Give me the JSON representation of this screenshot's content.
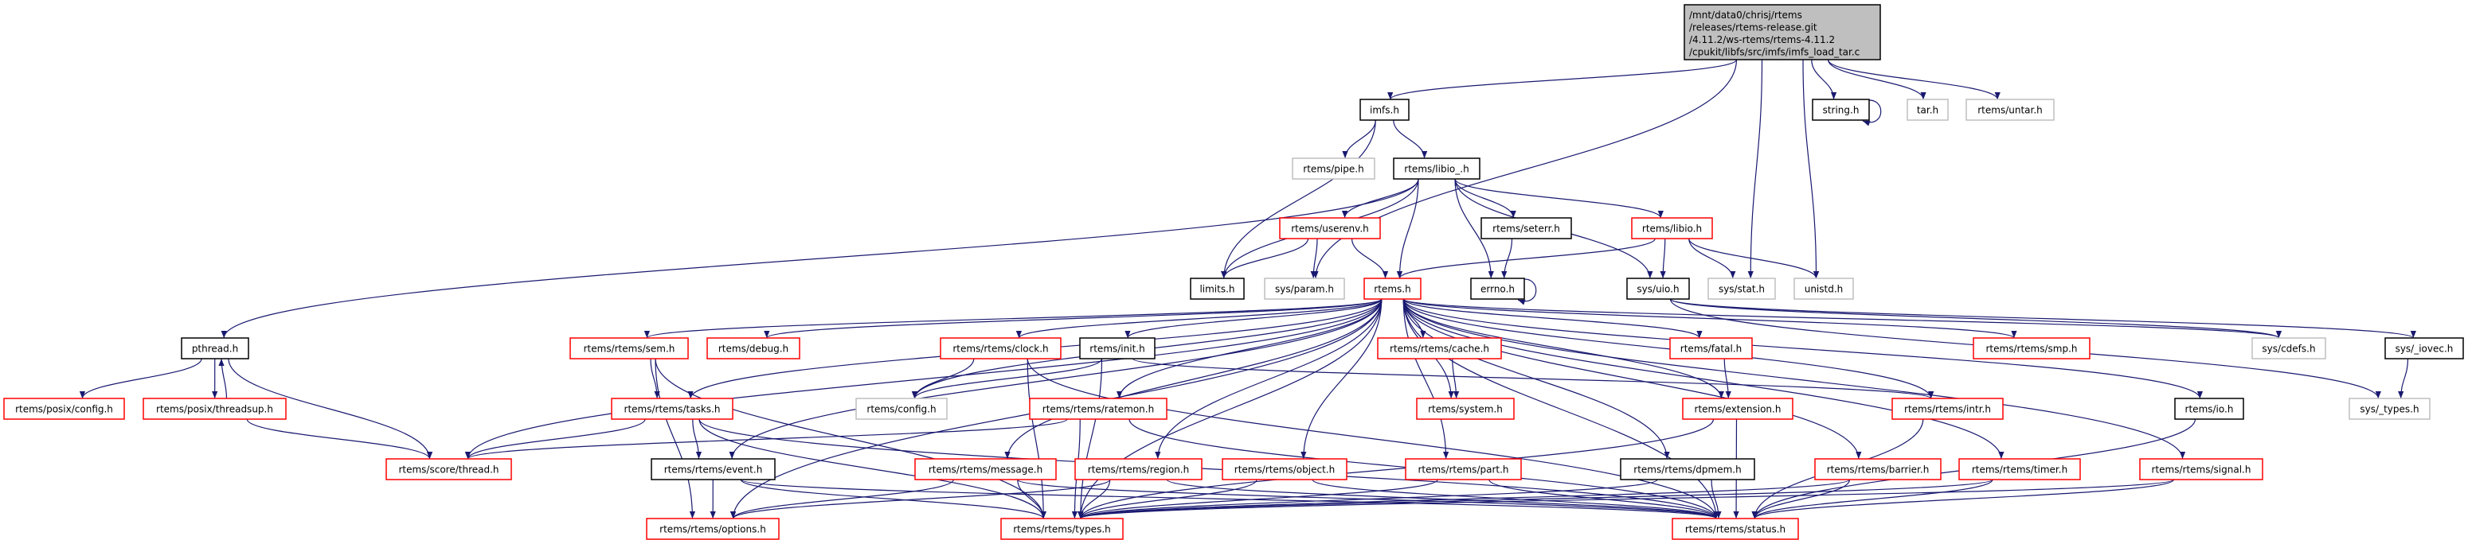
{
  "graph": {
    "edge_color": "#191970",
    "styles": {
      "root": {
        "border": "#000000",
        "fill": "#bfbfbf"
      },
      "documented": {
        "border": "#000000",
        "fill": "#ffffff"
      },
      "truncated": {
        "border": "#ff0000",
        "fill": "#ffffff"
      },
      "undocumented": {
        "border": "#bfbfbf",
        "fill": "#ffffff"
      }
    },
    "nodes": {
      "main": {
        "lines": [
          "/mnt/data0/chrisj/rtems",
          "/releases/rtems-release.git",
          "/4.11.2/ws-rtems/rtems-4.11.2",
          "/cpukit/libfs/src/imfs/imfs_load_tar.c"
        ],
        "style": "root"
      },
      "imfs": {
        "label": "imfs.h",
        "style": "documented"
      },
      "string": {
        "label": "string.h",
        "style": "documented"
      },
      "tar": {
        "label": "tar.h",
        "style": "undocumented"
      },
      "untar": {
        "label": "rtems/untar.h",
        "style": "undocumented"
      },
      "pipe": {
        "label": "rtems/pipe.h",
        "style": "undocumented"
      },
      "libio_": {
        "label": "rtems/libio_.h",
        "style": "documented"
      },
      "userenv": {
        "label": "rtems/userenv.h",
        "style": "truncated"
      },
      "seterr": {
        "label": "rtems/seterr.h",
        "style": "documented"
      },
      "libio": {
        "label": "rtems/libio.h",
        "style": "truncated"
      },
      "limits": {
        "label": "limits.h",
        "style": "documented"
      },
      "param": {
        "label": "sys/param.h",
        "style": "undocumented"
      },
      "rtems": {
        "label": "rtems.h",
        "style": "truncated"
      },
      "errno": {
        "label": "errno.h",
        "style": "documented"
      },
      "uio": {
        "label": "sys/uio.h",
        "style": "documented"
      },
      "stat": {
        "label": "sys/stat.h",
        "style": "undocumented"
      },
      "unistd": {
        "label": "unistd.h",
        "style": "undocumented"
      },
      "pthread": {
        "label": "pthread.h",
        "style": "documented"
      },
      "sem": {
        "label": "rtems/rtems/sem.h",
        "style": "truncated"
      },
      "debug": {
        "label": "rtems/debug.h",
        "style": "truncated"
      },
      "clock": {
        "label": "rtems/rtems/clock.h",
        "style": "truncated"
      },
      "init": {
        "label": "rtems/init.h",
        "style": "documented"
      },
      "cache": {
        "label": "rtems/rtems/cache.h",
        "style": "truncated"
      },
      "fatal": {
        "label": "rtems/fatal.h",
        "style": "truncated"
      },
      "smp": {
        "label": "rtems/rtems/smp.h",
        "style": "truncated"
      },
      "cdefs": {
        "label": "sys/cdefs.h",
        "style": "undocumented"
      },
      "iovec": {
        "label": "sys/_iovec.h",
        "style": "documented"
      },
      "posixconfig": {
        "label": "rtems/posix/config.h",
        "style": "truncated"
      },
      "threadsup": {
        "label": "rtems/posix/threadsup.h",
        "style": "truncated"
      },
      "tasks": {
        "label": "rtems/rtems/tasks.h",
        "style": "truncated"
      },
      "config": {
        "label": "rtems/config.h",
        "style": "undocumented"
      },
      "ratemon": {
        "label": "rtems/rtems/ratemon.h",
        "style": "truncated"
      },
      "system": {
        "label": "rtems/system.h",
        "style": "truncated"
      },
      "extension": {
        "label": "rtems/extension.h",
        "style": "truncated"
      },
      "intr": {
        "label": "rtems/rtems/intr.h",
        "style": "truncated"
      },
      "io": {
        "label": "rtems/io.h",
        "style": "documented"
      },
      "systypes": {
        "label": "sys/_types.h",
        "style": "undocumented"
      },
      "scorethread": {
        "label": "rtems/score/thread.h",
        "style": "truncated"
      },
      "event": {
        "label": "rtems/rtems/event.h",
        "style": "documented"
      },
      "message": {
        "label": "rtems/rtems/message.h",
        "style": "truncated"
      },
      "region": {
        "label": "rtems/rtems/region.h",
        "style": "truncated"
      },
      "object": {
        "label": "rtems/rtems/object.h",
        "style": "truncated"
      },
      "part": {
        "label": "rtems/rtems/part.h",
        "style": "truncated"
      },
      "dpmem": {
        "label": "rtems/rtems/dpmem.h",
        "style": "documented"
      },
      "barrier": {
        "label": "rtems/rtems/barrier.h",
        "style": "truncated"
      },
      "timer": {
        "label": "rtems/rtems/timer.h",
        "style": "truncated"
      },
      "signal": {
        "label": "rtems/rtems/signal.h",
        "style": "truncated"
      },
      "options": {
        "label": "rtems/rtems/options.h",
        "style": "truncated"
      },
      "types": {
        "label": "rtems/rtems/types.h",
        "style": "truncated"
      },
      "status": {
        "label": "rtems/rtems/status.h",
        "style": "truncated"
      }
    },
    "edges": [
      [
        "main",
        "imfs"
      ],
      [
        "main",
        "param"
      ],
      [
        "main",
        "stat"
      ],
      [
        "main",
        "unistd"
      ],
      [
        "main",
        "string"
      ],
      [
        "main",
        "tar"
      ],
      [
        "main",
        "untar"
      ],
      [
        "string",
        "string"
      ],
      [
        "imfs",
        "limits"
      ],
      [
        "imfs",
        "pipe"
      ],
      [
        "imfs",
        "libio_"
      ],
      [
        "libio_",
        "pthread"
      ],
      [
        "libio_",
        "limits"
      ],
      [
        "libio_",
        "userenv"
      ],
      [
        "libio_",
        "rtems"
      ],
      [
        "libio_",
        "errno"
      ],
      [
        "libio_",
        "seterr"
      ],
      [
        "libio_",
        "uio"
      ],
      [
        "libio_",
        "libio"
      ],
      [
        "userenv",
        "limits"
      ],
      [
        "userenv",
        "param"
      ],
      [
        "userenv",
        "rtems"
      ],
      [
        "seterr",
        "errno"
      ],
      [
        "errno",
        "errno"
      ],
      [
        "libio",
        "rtems"
      ],
      [
        "libio",
        "uio"
      ],
      [
        "libio",
        "stat"
      ],
      [
        "libio",
        "unistd"
      ],
      [
        "uio",
        "cdefs"
      ],
      [
        "uio",
        "iovec"
      ],
      [
        "uio",
        "systypes"
      ],
      [
        "iovec",
        "systypes"
      ],
      [
        "pthread",
        "posixconfig"
      ],
      [
        "pthread",
        "threadsup"
      ],
      [
        "pthread",
        "scorethread"
      ],
      [
        "threadsup",
        "pthread"
      ],
      [
        "threadsup",
        "scorethread"
      ],
      [
        "rtems",
        "sem"
      ],
      [
        "rtems",
        "debug"
      ],
      [
        "rtems",
        "tasks"
      ],
      [
        "rtems",
        "clock"
      ],
      [
        "rtems",
        "init"
      ],
      [
        "rtems",
        "config"
      ],
      [
        "rtems",
        "ratemon"
      ],
      [
        "rtems",
        "cache"
      ],
      [
        "rtems",
        "system"
      ],
      [
        "rtems",
        "message"
      ],
      [
        "rtems",
        "region"
      ],
      [
        "rtems",
        "object"
      ],
      [
        "rtems",
        "part"
      ],
      [
        "rtems",
        "dpmem"
      ],
      [
        "rtems",
        "fatal"
      ],
      [
        "rtems",
        "extension"
      ],
      [
        "rtems",
        "barrier"
      ],
      [
        "rtems",
        "timer"
      ],
      [
        "rtems",
        "intr"
      ],
      [
        "rtems",
        "signal"
      ],
      [
        "rtems",
        "smp"
      ],
      [
        "rtems",
        "io"
      ],
      [
        "rtems",
        "cdefs"
      ],
      [
        "rtems",
        "event"
      ],
      [
        "rtems",
        "options"
      ],
      [
        "rtems",
        "types"
      ],
      [
        "rtems",
        "status"
      ],
      [
        "rtems",
        "scorethread"
      ],
      [
        "sem",
        "tasks"
      ],
      [
        "sem",
        "options"
      ],
      [
        "sem",
        "types"
      ],
      [
        "tasks",
        "scorethread"
      ],
      [
        "tasks",
        "event"
      ],
      [
        "tasks",
        "types"
      ],
      [
        "tasks",
        "status"
      ],
      [
        "event",
        "options"
      ],
      [
        "event",
        "types"
      ],
      [
        "event",
        "status"
      ],
      [
        "clock",
        "config"
      ],
      [
        "clock",
        "types"
      ],
      [
        "clock",
        "status"
      ],
      [
        "init",
        "config"
      ],
      [
        "init",
        "types"
      ],
      [
        "init",
        "intr"
      ],
      [
        "ratemon",
        "scorethread"
      ],
      [
        "ratemon",
        "types"
      ],
      [
        "ratemon",
        "status"
      ],
      [
        "cache",
        "system"
      ],
      [
        "fatal",
        "extension"
      ],
      [
        "extension",
        "types"
      ],
      [
        "extension",
        "status"
      ],
      [
        "message",
        "options"
      ],
      [
        "message",
        "types"
      ],
      [
        "message",
        "status"
      ],
      [
        "region",
        "options"
      ],
      [
        "region",
        "types"
      ],
      [
        "region",
        "status"
      ],
      [
        "object",
        "types"
      ],
      [
        "object",
        "status"
      ],
      [
        "part",
        "types"
      ],
      [
        "part",
        "status"
      ],
      [
        "dpmem",
        "types"
      ],
      [
        "dpmem",
        "status"
      ],
      [
        "barrier",
        "types"
      ],
      [
        "barrier",
        "status"
      ],
      [
        "timer",
        "types"
      ],
      [
        "timer",
        "status"
      ],
      [
        "signal",
        "types"
      ],
      [
        "signal",
        "status"
      ],
      [
        "intr",
        "status"
      ],
      [
        "io",
        "status"
      ]
    ]
  }
}
